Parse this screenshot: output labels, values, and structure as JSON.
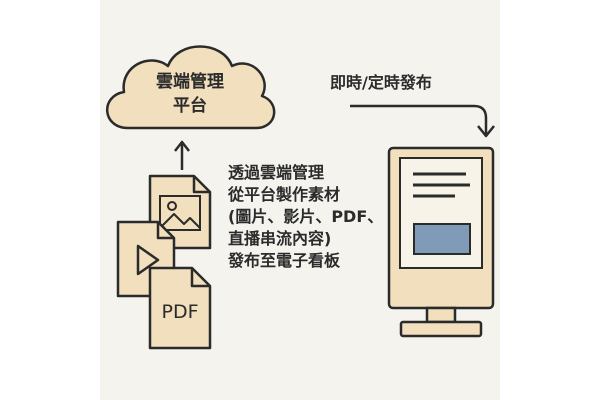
{
  "cloud": {
    "line1": "雲端管理",
    "line2": "平台"
  },
  "schedule_label": "即時/定時發布",
  "description": [
    "透過雲端管理",
    "從平台製作素材",
    "(圖片、影片、PDF、",
    "直播串流內容)",
    "發布至電子看板"
  ],
  "pdf_label": "PDF",
  "icons": [
    "cloud-icon",
    "image-file-icon",
    "video-file-icon",
    "pdf-file-icon",
    "kiosk-icon",
    "arrow-up-icon",
    "arrow-down-icon"
  ],
  "colors": {
    "fill": "#f1dfbd",
    "stroke": "#2b2b2b",
    "screen_blue": "#7f9bb8",
    "background": "#f4f3ee"
  }
}
